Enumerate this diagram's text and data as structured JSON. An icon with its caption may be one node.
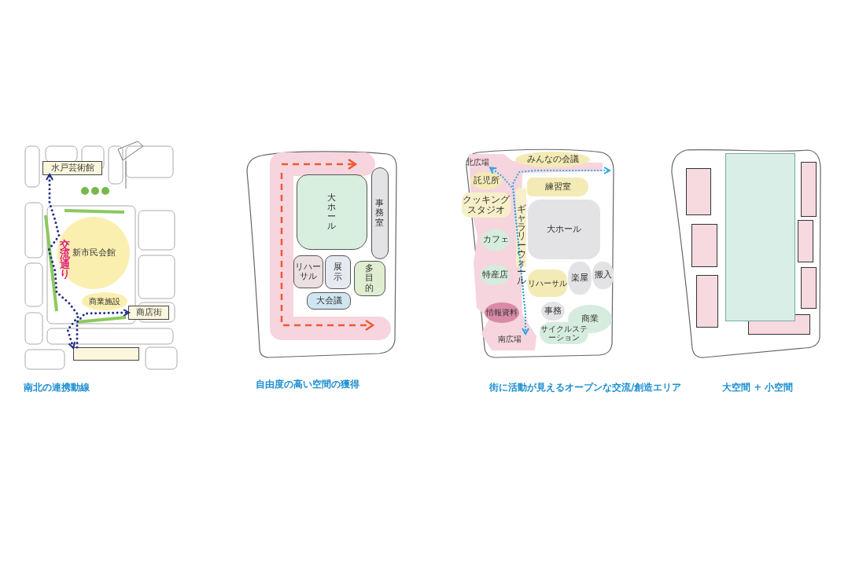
{
  "diagram": {
    "nodes": [
      {
        "text": [
          "水戸芸術館"
        ]
      },
      {
        "text": [
          "新市民会館"
        ]
      },
      {
        "text": [
          "商業施設"
        ]
      },
      {
        "text": [
          "商店街"
        ]
      },
      {
        "text": [],
        "shape": "box"
      },
      {
        "text": [],
        "shape": "box"
      },
      {
        "text": [
          "大ホール"
        ],
        "in": 5
      },
      {
        "text": [
          "事務室"
        ],
        "in": 5
      },
      {
        "text": [
          "リハーサル"
        ],
        "in": 5
      },
      {
        "text": [
          "展示"
        ],
        "in": 5
      },
      {
        "text": [
          "多目的"
        ],
        "in": 5
      },
      {
        "text": [
          "大会議"
        ],
        "in": 5
      },
      {
        "text": [],
        "shape": "box"
      },
      {
        "text": [
          "北広場"
        ],
        "in": 12
      },
      {
        "text": [
          "みんなの会議"
        ],
        "in": 12
      },
      {
        "text": [
          "託児所"
        ],
        "in": 12
      },
      {
        "text": [
          "練習室"
        ],
        "in": 12
      },
      {
        "text": [
          "クッキングスタジオ"
        ],
        "in": 12
      },
      {
        "text": [
          "大ホール"
        ],
        "in": 12
      },
      {
        "text": [
          "カフェ"
        ],
        "in": 12
      },
      {
        "text": [
          "特産店"
        ],
        "in": 12
      },
      {
        "text": [
          "リハーサル"
        ],
        "in": 12
      },
      {
        "text": [
          "楽屋"
        ],
        "in": 12
      },
      {
        "text": [
          "搬入"
        ],
        "in": 12
      },
      {
        "text": [
          "事務"
        ],
        "in": 12
      },
      {
        "text": [
          "情報資料"
        ],
        "in": 12
      },
      {
        "text": [
          "商業"
        ],
        "in": 12
      },
      {
        "text": [
          "サイクルステーション"
        ],
        "in": 12
      },
      {
        "text": [
          "南広場"
        ],
        "in": 12
      },
      {
        "text": [],
        "shape": "box"
      },
      {
        "text": [],
        "shape": "box",
        "in": 29
      },
      {
        "text": [],
        "shape": "box",
        "in": 29
      },
      {
        "text": [],
        "shape": "box",
        "in": 29
      },
      {
        "text": [],
        "shape": "box",
        "in": 29
      },
      {
        "text": [],
        "shape": "box",
        "in": 29
      },
      {
        "text": [],
        "shape": "box",
        "in": 29
      },
      {
        "text": [],
        "shape": "box",
        "in": 29
      },
      {
        "text": [],
        "shape": "box",
        "in": 29
      }
    ],
    "edges": [
      {
        "from": 4,
        "to": 0,
        "arrow": "both"
      },
      {
        "from": 4,
        "to": 3,
        "arrow": "to"
      },
      {
        "from": 28,
        "to": 13,
        "arrow": "both",
        "color": "#29a3e0"
      },
      {
        "from": 28,
        "to": null,
        "arrow": "to",
        "color": "#29a3e0"
      }
    ],
    "labels": [
      "交流通り",
      "南北の連携動線",
      "自由度の高い空間の獲得",
      "ギャラリーウォール",
      "街に活動が見えるオープンな交流/創造エリア",
      "大空間 + 小空間"
    ]
  }
}
